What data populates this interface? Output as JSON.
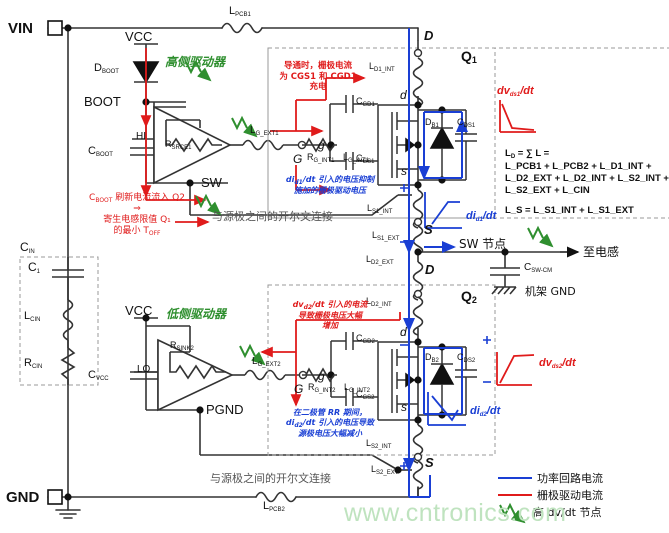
{
  "diagram": {
    "title": "Half-bridge power stage parasitic inductance diagram",
    "colors": {
      "power_loop_current": "#1a3fd4",
      "gate_drive_current": "#e01b1b",
      "high_dvdt_node": "#2f8f2f",
      "wire": "#333333",
      "dashed_box": "#999999",
      "watermark": "#bfe3bf"
    }
  },
  "terminals": {
    "vin": "VIN",
    "gnd": "GND",
    "vcc_high": "VCC",
    "vcc_low": "VCC",
    "boot": "BOOT",
    "sw": "SW",
    "pgnd": "PGND",
    "hi": "HI",
    "lo": "LO"
  },
  "drivers": {
    "high_side_label": "高侧驱动器",
    "low_side_label": "低侧驱动器",
    "rsrce1": "R",
    "rsrce1_sub": "SRCE1",
    "rsink2": "R",
    "rsink2_sub": "SINK2"
  },
  "components": {
    "lpcb1": {
      "name": "L",
      "sub": "PCB1"
    },
    "lpcb2": {
      "name": "L",
      "sub": "PCB2"
    },
    "dboot": {
      "name": "D",
      "sub": "BOOT"
    },
    "cboot": {
      "name": "C",
      "sub": "BOOT"
    },
    "cin": {
      "name": "C",
      "sub": "IN"
    },
    "c1": {
      "name": "C",
      "sub": "1"
    },
    "lcin": {
      "name": "L",
      "sub": "CIN"
    },
    "rcin": {
      "name": "R",
      "sub": "CIN"
    },
    "cvcc": {
      "name": "C",
      "sub": "VCC"
    },
    "csw_cm": {
      "name": "C",
      "sub": "SW-CM"
    },
    "lg_ext1": {
      "name": "L",
      "sub": "G_EXT1"
    },
    "lg_ext2": {
      "name": "L",
      "sub": "G_EXT2"
    },
    "rg_int1": {
      "name": "R",
      "sub": "G_INT1"
    },
    "rg_int2": {
      "name": "R",
      "sub": "G_INT2"
    },
    "lg_int1": {
      "name": "L",
      "sub": "G_INT1"
    },
    "lg_int2": {
      "name": "L",
      "sub": "G_INT2"
    },
    "ld1_int": {
      "name": "L",
      "sub": "D1_INT"
    },
    "ls1_int": {
      "name": "L",
      "sub": "S1_INT"
    },
    "ls1_ext": {
      "name": "L",
      "sub": "S1_EXT"
    },
    "ld2_ext": {
      "name": "L",
      "sub": "D2_EXT"
    },
    "ld2_int": {
      "name": "L",
      "sub": "D2_INT"
    },
    "ls2_int": {
      "name": "L",
      "sub": "S2_INT"
    },
    "ls2_ext": {
      "name": "L",
      "sub": "S2_EXT"
    },
    "cgd1": {
      "name": "C",
      "sub": "GD1"
    },
    "cgs1": {
      "name": "C",
      "sub": "GS1"
    },
    "cgd2": {
      "name": "C",
      "sub": "GD2"
    },
    "cgs2": {
      "name": "C",
      "sub": "GS2"
    },
    "db1": {
      "name": "D",
      "sub": "B1"
    },
    "cds1": {
      "name": "C",
      "sub": "DS1"
    },
    "db2": {
      "name": "D",
      "sub": "B2"
    },
    "cds2": {
      "name": "C",
      "sub": "DS2"
    }
  },
  "mosfets": {
    "q1": {
      "label": "Q",
      "sub": "1"
    },
    "q2": {
      "label": "Q",
      "sub": "2"
    },
    "pins": {
      "d": "d",
      "g": "g",
      "s": "s",
      "D": "D",
      "S": "S",
      "G": "G"
    }
  },
  "nodes": {
    "sw_node": "SW 节点",
    "to_inductor": "至电感",
    "chassis_gnd": "机架 GND",
    "kelvin_1": "与源极之间的开尔文连接",
    "kelvin_2": "与源极之间的开尔文连接"
  },
  "annotations": {
    "cboot_note": {
      "line1_pre": "C",
      "line1_sub": "BOOT",
      "line1_post": " 刷新电流流入 Q2",
      "line2": "⇒",
      "line3": "寄生电感限值 Q₁",
      "line4": "的最小 T",
      "line4_sub": "OFF"
    },
    "q1_gate_charge": {
      "line1": "导通时，栅极电流",
      "line2": "为 CGS1 和 CGD1",
      "line3": "充电"
    },
    "q1_di_dt_note": {
      "line1_pre": "di",
      "line1_sub": "d1",
      "line1_post": "/dt 引入的电压抑制",
      "line2": "施加的栅极驱动电压"
    },
    "q2_dv_dt_note": {
      "line1_pre": "dv",
      "line1_sub": "d2",
      "line1_post": "/dt 引入的电流",
      "line2": "导致栅极电压大幅",
      "line3": "增加"
    },
    "q2_rr_note": {
      "line1": "在二极管 RR 期间，",
      "line2_pre": "di",
      "line2_sub": "d2",
      "line2_post": "/dt 引入的电压导致",
      "line3": "源极电压大幅减小"
    }
  },
  "waveforms": {
    "dvds1": {
      "pre": "dv",
      "sub": "ds1",
      "post": "/dt"
    },
    "did1": {
      "pre": "di",
      "sub": "d1",
      "post": "/dt"
    },
    "dvds2": {
      "pre": "dv",
      "sub": "ds2",
      "post": "/dt"
    },
    "did2": {
      "pre": "di",
      "sub": "d2",
      "post": "/dt"
    }
  },
  "equations": {
    "ld_line1": "L",
    "ld_line1_sub": "D",
    "ld_line1_rest": " = ∑ L =",
    "ld_line2": "L_PCB1 + L_PCB2 + L_D1_INT +",
    "ld_line3": "L_D2_EXT + L_D2_INT + L_S2_INT +",
    "ld_line4": "L_S2_EXT + L_CIN",
    "ls_line": "L_S = L_S1_INT + L_S1_EXT"
  },
  "legend": {
    "items": [
      {
        "label": "功率回路电流",
        "color": "#1a3fd4",
        "glyph": "line"
      },
      {
        "label": "栅极驱动电流",
        "color": "#e01b1b",
        "glyph": "line"
      },
      {
        "label": "高 dv/dt 节点",
        "color": "#2f8f2f",
        "glyph": "arrow"
      }
    ]
  },
  "watermark": {
    "text": "www.cntronics.com"
  }
}
